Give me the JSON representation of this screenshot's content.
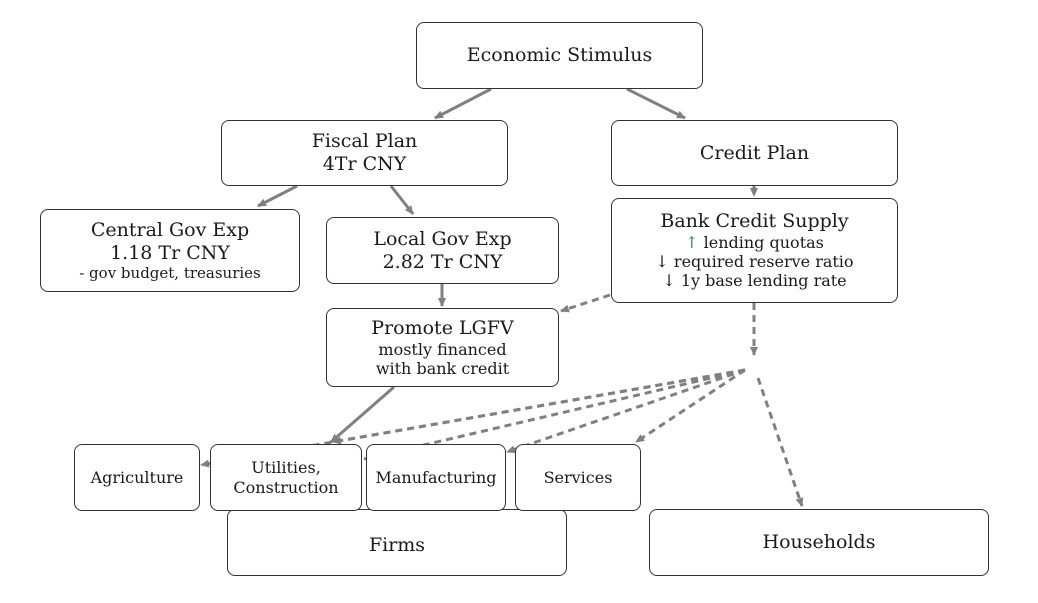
{
  "nodes": {
    "stimulus": {
      "label": "Economic Stimulus"
    },
    "fiscal": {
      "label": "Fiscal Plan",
      "amount": "4Tr CNY"
    },
    "credit": {
      "label": "Credit Plan"
    },
    "central": {
      "label": "Central Gov Exp",
      "amount": "1.18 Tr CNY",
      "note": "- gov budget, treasuries"
    },
    "local": {
      "label": "Local Gov Exp",
      "amount": "2.82 Tr CNY"
    },
    "bank": {
      "label": "Bank Credit Supply",
      "items": [
        {
          "arrow": "↑",
          "text": "lending quotas"
        },
        {
          "arrow": "↓",
          "text": "required reserve ratio"
        },
        {
          "arrow": "↓",
          "text": "1y base lending rate"
        }
      ]
    },
    "lgfv": {
      "label": "Promote LGFV",
      "line1": "mostly financed",
      "line2": "with bank credit"
    },
    "agriculture": {
      "label": "Agriculture"
    },
    "utilities": {
      "line1": "Utilities,",
      "line2": "Construction"
    },
    "manufacturing": {
      "label": "Manufacturing"
    },
    "services": {
      "label": "Services"
    },
    "firms": {
      "label": "Firms"
    },
    "households": {
      "label": "Households"
    }
  },
  "colors": {
    "edge": "#808080",
    "up_arrow": "#2e8b57",
    "border": "#333333"
  }
}
